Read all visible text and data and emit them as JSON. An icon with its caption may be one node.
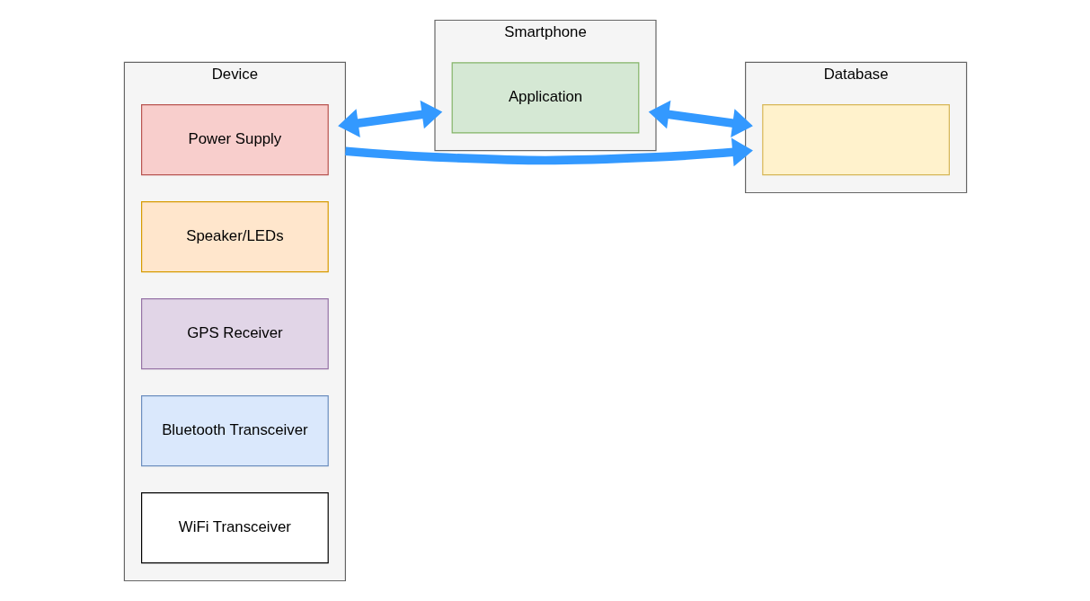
{
  "diagram": {
    "nodes": [
      {
        "text": [
          "Device"
        ]
      },
      {
        "text": [
          "Power Supply"
        ],
        "in": 0
      },
      {
        "text": [
          "Speaker/LEDs"
        ],
        "in": 0
      },
      {
        "text": [
          "GPS Receiver"
        ],
        "in": 0
      },
      {
        "text": [
          "Bluetooth Transceiver"
        ],
        "in": 0
      },
      {
        "text": [
          "WiFi Transceiver"
        ],
        "in": 0
      },
      {
        "text": [
          "Smartphone"
        ]
      },
      {
        "text": [
          "Application"
        ],
        "in": 6
      },
      {
        "text": [
          "Database"
        ]
      },
      {
        "text": [],
        "shape": "box",
        "in": 8
      }
    ],
    "edges": [
      {
        "from": 0,
        "to": 6,
        "arrow": "both"
      },
      {
        "from": 6,
        "to": 8,
        "arrow": "both"
      },
      {
        "from": 0,
        "to": 8,
        "arrow": "to"
      }
    ]
  }
}
